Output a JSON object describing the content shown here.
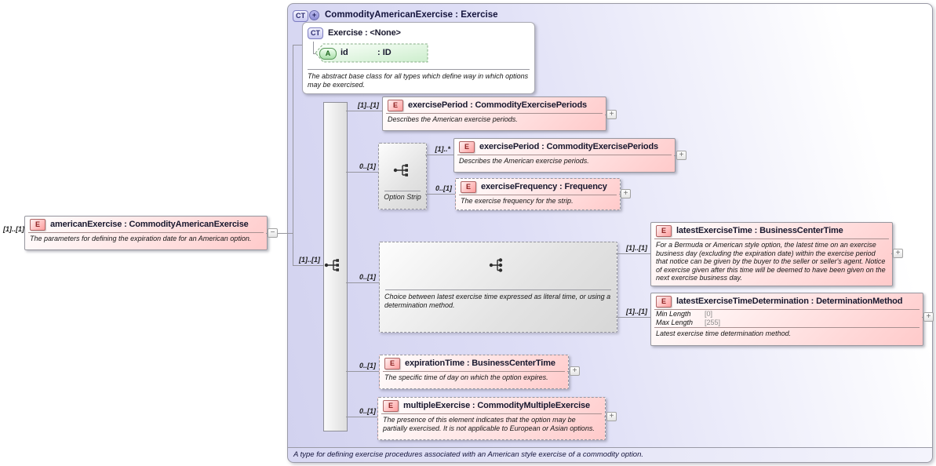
{
  "badges": {
    "element": "E",
    "complex_type": "CT",
    "attribute": "A",
    "plus": "+",
    "minus": "−"
  },
  "panel": {
    "title": "CommodityAmericanExercise : Exercise",
    "footer": "A type for defining exercise procedures associated with an American style exercise of a commodity option."
  },
  "root_element": {
    "cardinality": "[1]..[1]",
    "title": "americanExercise : CommodityAmericanExercise",
    "annotation": "The parameters for defining the expiration date for an American option."
  },
  "base_type": {
    "title": "Exercise : <None>",
    "attribute": {
      "name": "id",
      "type": ": ID"
    },
    "annotation": "The abstract base class for all types which define way in which options may be exercised."
  },
  "sequence": {
    "cardinality": "[1]..[1]"
  },
  "children": {
    "exercise_period_1": {
      "cardinality": "[1]..[1]",
      "title": "exercisePeriod : CommodityExercisePeriods",
      "annotation": "Describes the American exercise periods."
    },
    "option_strip": {
      "cardinality": "0..[1]",
      "label": "Option Strip"
    },
    "exercise_period_2": {
      "cardinality": "[1]..*",
      "title": "exercisePeriod : CommodityExercisePeriods",
      "annotation": "Describes the American exercise periods."
    },
    "exercise_frequency": {
      "cardinality": "0..[1]",
      "title": "exerciseFrequency : Frequency",
      "annotation": "The exercise frequency for the strip."
    },
    "choice": {
      "cardinality": "0..[1]",
      "annotation": "Choice between latest exercise time expressed as literal time, or using a determination method."
    },
    "latest_exercise_time": {
      "cardinality": "[1]..[1]",
      "title": "latestExerciseTime : BusinessCenterTime",
      "annotation": "For a Bermuda or American style option, the latest time on an exercise business day (excluding the expiration date) within the exercise period that notice can be given by the buyer to the seller or seller's agent. Notice of exercise given after this time will be deemed to have been given on the next exercise business day."
    },
    "latest_exercise_time_determination": {
      "cardinality": "[1]..[1]",
      "title": "latestExerciseTimeDetermination : DeterminationMethod",
      "facets": {
        "min_label": "Min Length",
        "min_value": "[0]",
        "max_label": "Max Length",
        "max_value": "[255]"
      },
      "annotation": "Latest exercise time determination method."
    },
    "expiration_time": {
      "cardinality": "0..[1]",
      "title": "expirationTime : BusinessCenterTime",
      "annotation": "The specific time of day on which the option expires."
    },
    "multiple_exercise": {
      "cardinality": "0..[1]",
      "title": "multipleExercise : CommodityMultipleExercise",
      "annotation": "The presence of this element indicates that the option may be partially exercised. It is not applicable to European or Asian options."
    }
  }
}
